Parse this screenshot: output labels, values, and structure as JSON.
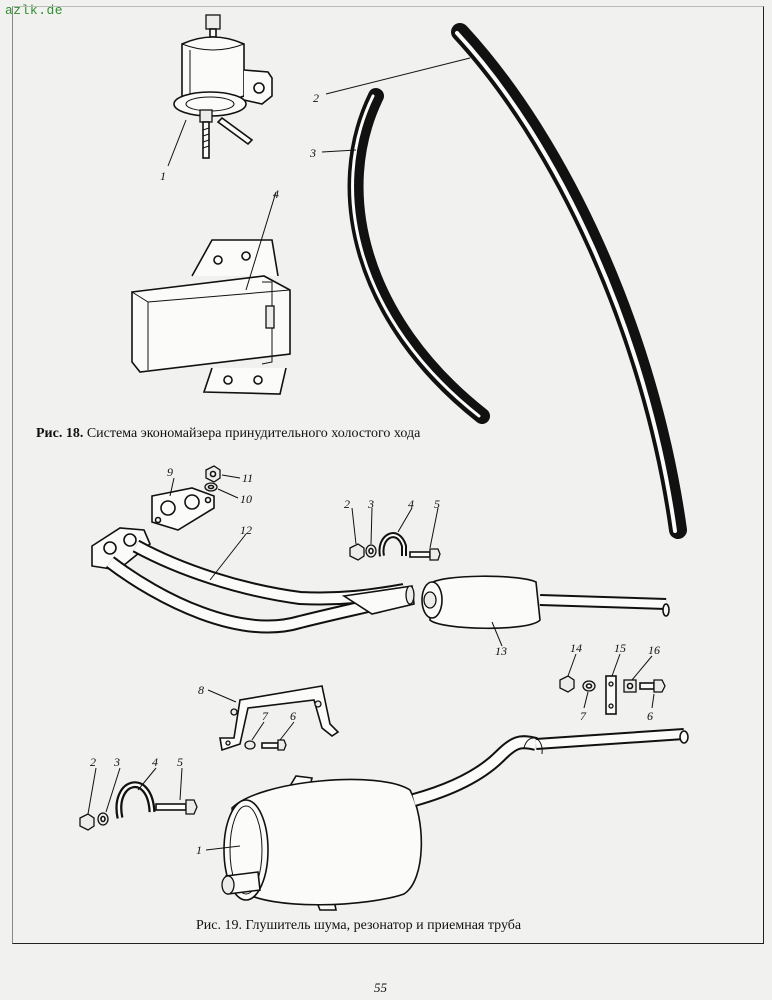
{
  "watermark": "azlk.de",
  "figure18": {
    "caption_prefix": "Рис. 18.",
    "caption_text": "Система экономайзера принудительного холостого хода",
    "labels": [
      "1",
      "2",
      "3",
      "4"
    ]
  },
  "figure19": {
    "caption_text": "Рис. 19. Глушитель шума, резонатор и приемная труба",
    "labels": [
      "9",
      "11",
      "10",
      "12",
      "2",
      "3",
      "4",
      "5",
      "13",
      "14",
      "15",
      "16",
      "7",
      "6",
      "8",
      "7",
      "6",
      "2",
      "3",
      "4",
      "5",
      "1"
    ]
  },
  "page_number": "55"
}
